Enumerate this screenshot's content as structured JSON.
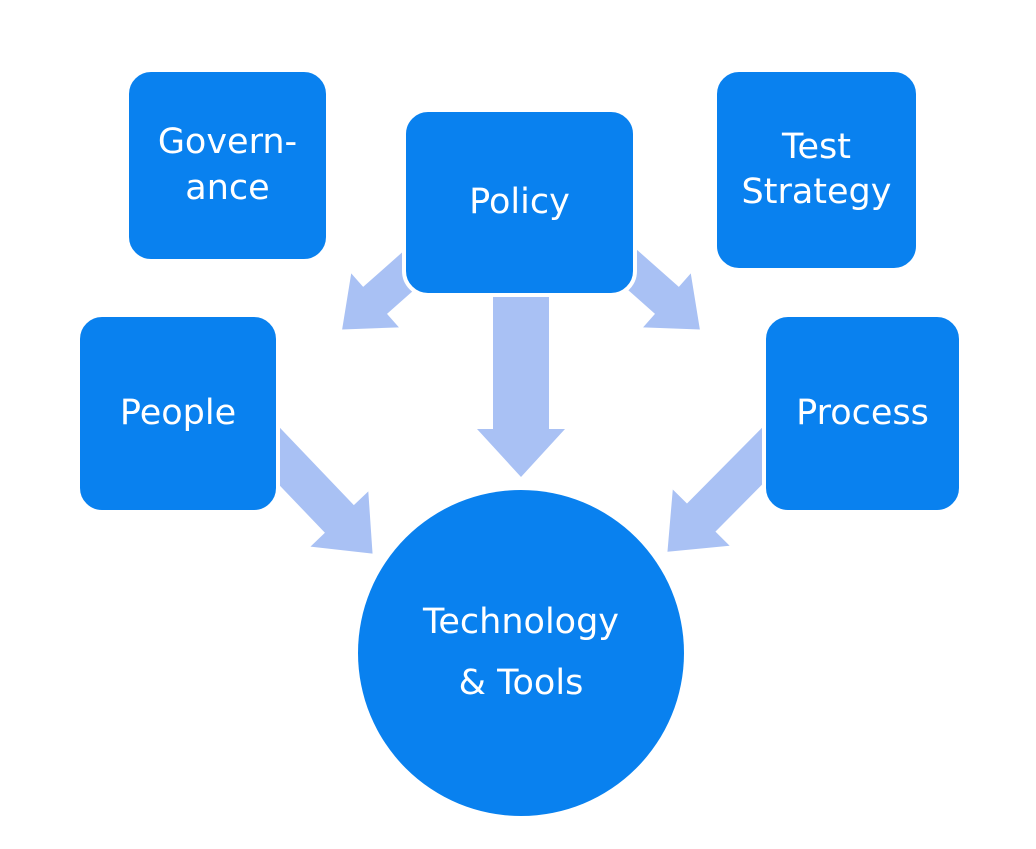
{
  "colors": {
    "background": "#ffffff",
    "node_fill": "#0981ef",
    "arrow_fill": "#a9c1f4",
    "node_text": "#ffffff"
  },
  "nodes": {
    "governance": {
      "lines": [
        "Govern-",
        "ance"
      ]
    },
    "policy": {
      "lines": [
        "Policy"
      ]
    },
    "test_strategy": {
      "lines": [
        "Test",
        "Strategy"
      ]
    },
    "people": {
      "lines": [
        "People"
      ]
    },
    "process": {
      "lines": [
        "Process"
      ]
    },
    "technology_tools": {
      "lines": [
        "Technology",
        "& Tools"
      ]
    }
  },
  "arrows": [
    {
      "name": "policy-to-lower-left"
    },
    {
      "name": "policy-to-technology"
    },
    {
      "name": "policy-to-lower-right"
    },
    {
      "name": "people-to-technology"
    },
    {
      "name": "process-to-technology"
    }
  ]
}
